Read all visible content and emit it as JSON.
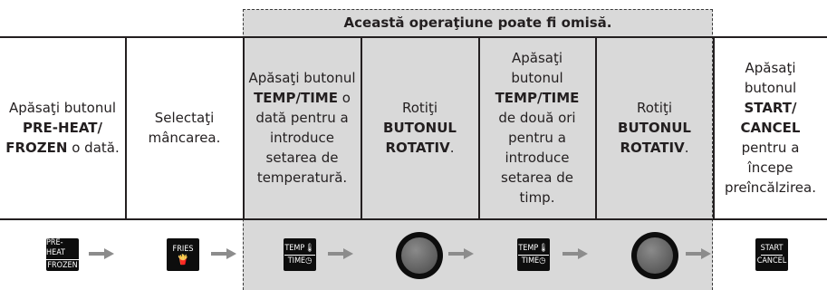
{
  "optional_section": {
    "header": "Această operaţiune poate fi omisă."
  },
  "steps": [
    {
      "pre": "Apăsaţi butonul ",
      "bold": "PRE-HEAT/ FROZEN",
      "post": " o dată."
    },
    {
      "pre": "Selectaţi mâncarea.",
      "bold": "",
      "post": ""
    },
    {
      "pre": "Apăsaţi butonul ",
      "bold": "TEMP/TIME",
      "post": " o dată pentru a introduce setarea de temperatură."
    },
    {
      "pre": "Rotiţi ",
      "bold": "BUTONUL ROTATIV",
      "post": "."
    },
    {
      "pre": "Apăsaţi butonul ",
      "bold": "TEMP/TIME",
      "post": " de două ori pentru a introduce setarea de timp."
    },
    {
      "pre": "Rotiţi ",
      "bold": "BUTONUL ROTATIV",
      "post": "."
    },
    {
      "pre": "Apăsaţi butonul ",
      "bold": "START/ CANCEL",
      "post": " pentru a începe preîncălzirea."
    }
  ],
  "icons": {
    "preheat": {
      "top": "PRE-HEAT",
      "bottom": "FROZEN"
    },
    "fries": {
      "label": "FRIES",
      "glyph": "🍟"
    },
    "temp_time": {
      "top": "TEMP",
      "bottom": "TIME",
      "top_glyph": "🌡",
      "bottom_glyph": "◷"
    },
    "start_cancel": {
      "top": "START",
      "bottom": "CANCEL"
    }
  },
  "colors": {
    "optional_bg": "#d9d9d9",
    "key_bg": "#0d0d0d",
    "arrow": "#8c8c8c",
    "text": "#231f20"
  }
}
